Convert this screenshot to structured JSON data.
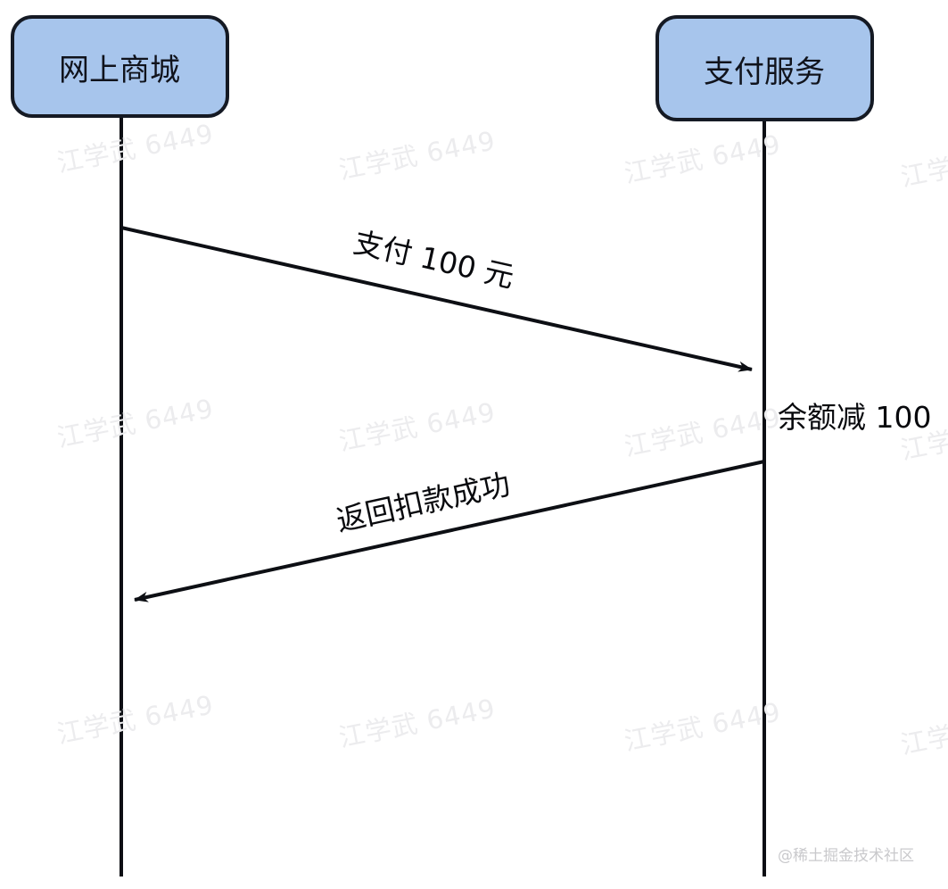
{
  "diagram": {
    "type": "sequence-diagram",
    "title": "",
    "background_color": "#ffffff",
    "actor_fill_color": "#a7c5ec",
    "actor_stroke_color": "#151a24",
    "line_color": "#0d0f14",
    "actors": [
      {
        "id": "shop",
        "label": "网上商城"
      },
      {
        "id": "pay",
        "label": "支付服务"
      }
    ],
    "messages": [
      {
        "id": "msg-pay-100",
        "label": "支付 100 元",
        "from": "shop",
        "to": "pay",
        "direction": "right",
        "arrow": "solid-filled"
      },
      {
        "id": "msg-return-success",
        "label": "返回扣款成功",
        "from": "pay",
        "to": "shop",
        "direction": "left",
        "arrow": "solid-filled"
      }
    ],
    "notes": [
      {
        "id": "note-balance",
        "label": "余额减 100",
        "attached_to": "pay"
      }
    ]
  },
  "watermarks": {
    "tiled_text": "江学武 6449",
    "corner_text": "@稀土掘金技术社区",
    "tiled_color": "#ececee",
    "corner_color": "#c9c9cc"
  }
}
